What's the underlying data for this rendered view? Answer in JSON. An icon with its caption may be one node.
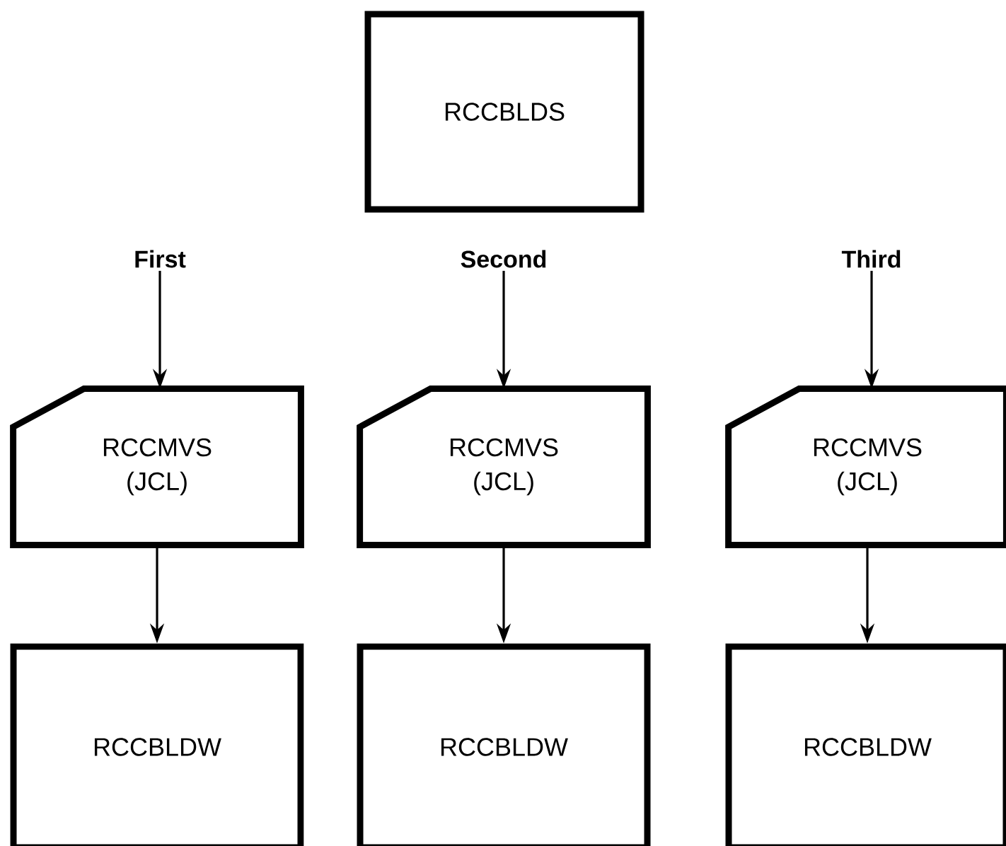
{
  "diagram": {
    "nodes": [
      {
        "text": [
          "RCCBLDS"
        ]
      },
      {
        "text": [
          "First"
        ]
      },
      {
        "text": [
          "Second"
        ]
      },
      {
        "text": [
          "Third"
        ]
      },
      {
        "text": [
          "RCCMVS (JCL)"
        ]
      },
      {
        "text": [
          "RCCMVS (JCL)"
        ]
      },
      {
        "text": [
          "RCCMVS (JCL)"
        ]
      },
      {
        "text": [
          "RCCBLDW"
        ]
      },
      {
        "text": [
          "RCCBLDW"
        ]
      },
      {
        "text": [
          "RCCBLDW"
        ]
      }
    ],
    "edges": [
      {
        "from": 1,
        "to": 4,
        "arrow": "to"
      },
      {
        "from": 2,
        "to": 5,
        "arrow": "to"
      },
      {
        "from": 3,
        "to": 6,
        "arrow": "to"
      },
      {
        "from": 4,
        "to": 7,
        "arrow": "to"
      },
      {
        "from": 5,
        "to": 8,
        "arrow": "to"
      },
      {
        "from": 6,
        "to": 9,
        "arrow": "to"
      }
    ]
  }
}
